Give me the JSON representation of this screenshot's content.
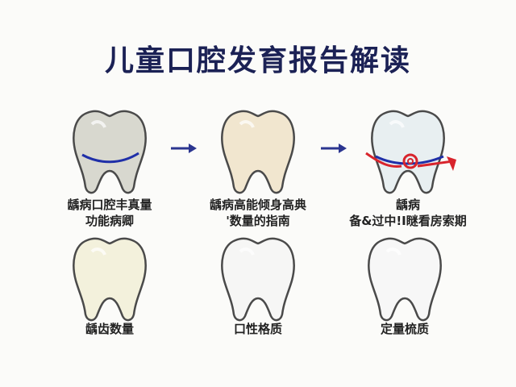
{
  "title": "儿童口腔发育报告解读",
  "row1": [
    {
      "line1": "龋病口腔丰真量",
      "line2": "功能病卿",
      "enamel": "#d8d8cf",
      "shade": "#b9b9ad"
    },
    {
      "line1": "龋病高能倾身高典",
      "line2": "'数量的指南",
      "enamel": "#f1e6cf",
      "shade": "#ddc9a6"
    },
    {
      "line1": "龋病",
      "line2": "备&过中!I瞇看房索期",
      "enamel": "#e8eff1",
      "shade": "#c5d0d4"
    }
  ],
  "row2": [
    {
      "label": "龋齿数量",
      "enamel": "#f3f1dc",
      "shade": "#ddd9bd"
    },
    {
      "label": "口性格质",
      "enamel": "#f6f6f5",
      "shade": "#dcdcdc"
    },
    {
      "label": "定量梳质",
      "enamel": "#f7f7f7",
      "shade": "#dddddd"
    }
  ],
  "colors": {
    "arrow": "#2b3590",
    "gumline": "#1f2fa8",
    "decay": "#d8242c",
    "title": "#1b2155"
  }
}
